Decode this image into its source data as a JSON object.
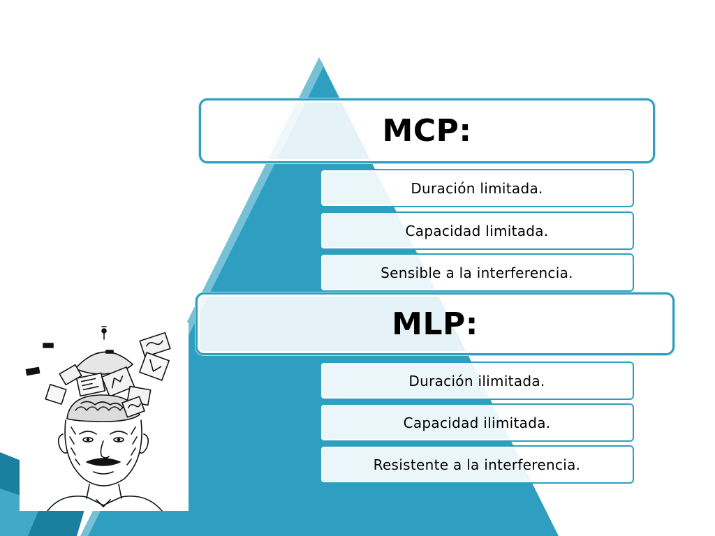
{
  "colors": {
    "accent": "#2e9fc0",
    "accent_dark": "#1b7fa0",
    "background": "#ffffff"
  },
  "mcp": {
    "title": "MCP:",
    "items": [
      "Duración limitada.",
      "Capacidad limitada.",
      "Sensible a la interferencia."
    ]
  },
  "mlp": {
    "title": "MLP:",
    "items": [
      "Duración ilimitada.",
      "Capacidad ilimitada.",
      "Resistente a la interferencia."
    ]
  },
  "illustration": {
    "name": "open-head-brain-sketch"
  }
}
